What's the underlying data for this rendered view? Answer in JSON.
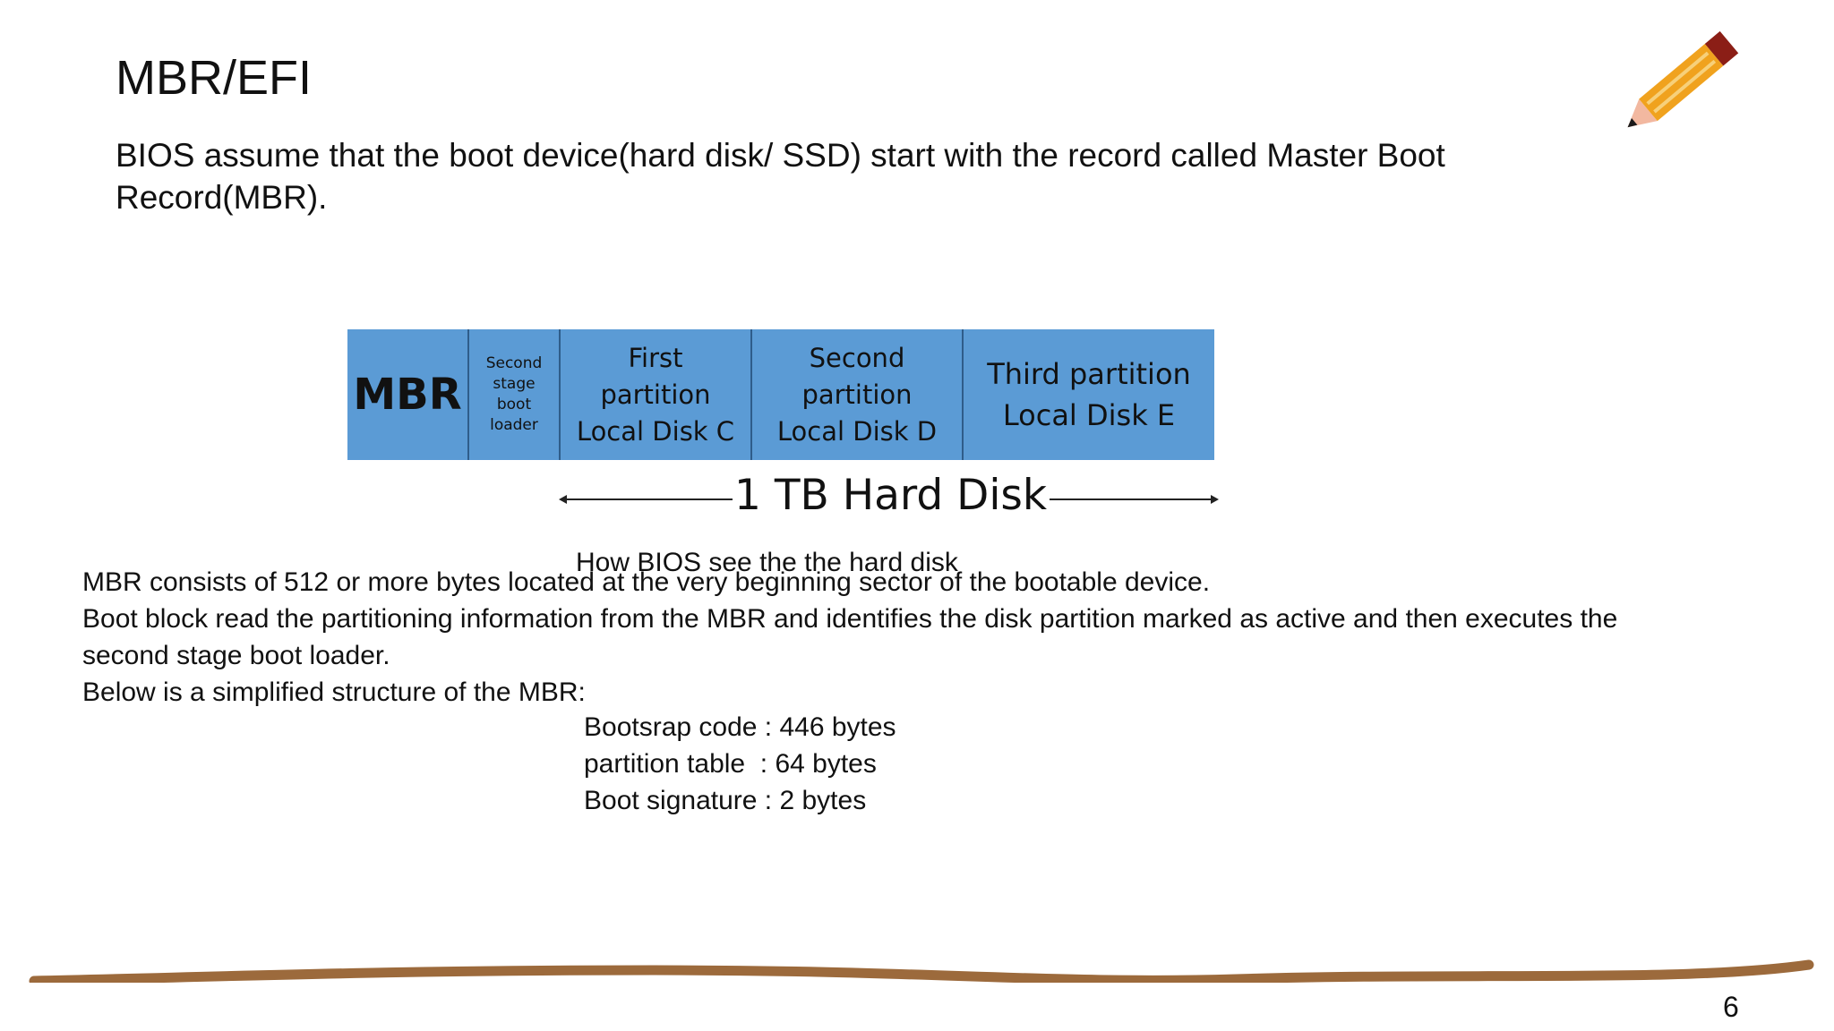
{
  "slide": {
    "title": "MBR/EFI",
    "subtitle": "BIOS assume that the boot device(hard disk/ SSD) start with the record called Master Boot Record(MBR).",
    "page_number": "6"
  },
  "diagram": {
    "segments": [
      {
        "label": "MBR"
      },
      {
        "label": "Second\nstage\nboot\nloader"
      },
      {
        "label": "First\npartition\nLocal Disk C"
      },
      {
        "label": "Second\npartition\nLocal Disk D"
      },
      {
        "label": "Third partition\nLocal Disk E"
      }
    ],
    "disk_label": "1 TB Hard Disk",
    "caption": "How BIOS see the the hard disk",
    "fill_color": "#5b9bd5"
  },
  "body": {
    "lines": [
      "MBR consists of 512 or more bytes located at the very beginning sector of the bootable device.",
      "Boot block read the partitioning information from the MBR and identifies the disk partition marked as active and then executes the second stage boot loader.",
      "Below is a simplified structure of the MBR:"
    ],
    "structure": [
      "Bootsrap code : 446 bytes",
      "partition table  : 64 bytes",
      "Boot signature : 2 bytes"
    ]
  },
  "decorations": {
    "pencil_icon": "pencil-icon",
    "ground_line_color": "#9c6a3c"
  }
}
